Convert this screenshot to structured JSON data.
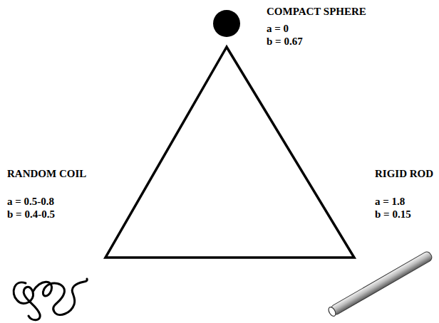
{
  "diagram": {
    "labels": [
      "COMPACT SPHERE",
      "a = 0",
      "b = 0.67",
      "RANDOM COIL",
      "a = 0.5-0.8",
      "b = 0.4-0.5",
      "RIGID ROD",
      "a = 1.8",
      "b = 0.15"
    ]
  }
}
